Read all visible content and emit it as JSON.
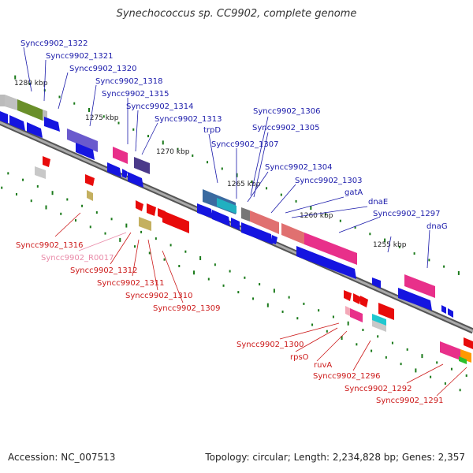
{
  "title": "Synechococcus sp. CC9902, complete genome",
  "footer": {
    "accession": "Accession: NC_007513",
    "topology": "Topology: circular; Length: 2,234,828 bp; Genes: 2,357"
  },
  "scale_labels": [
    "1280 kbp",
    "1275 kbp",
    "1270 kbp",
    "1265 kbp",
    "1260 kbp",
    "1255 kbp"
  ],
  "top_labels": [
    "Syncc9902_1322",
    "Syncc9902_1321",
    "Syncc9902_1320",
    "Syncc9902_1318",
    "Syncc9902_1315",
    "Syncc9902_1314",
    "Syncc9902_1313",
    "trpD",
    "Syncc9902_1307",
    "Syncc9902_1306",
    "Syncc9902_1305",
    "Syncc9902_1304",
    "Syncc9902_1303",
    "gatA",
    "dnaE",
    "Syncc9902_1297",
    "dnaG"
  ],
  "bottom_labels": [
    "Syncc9902_1316",
    "Syncc9902_R0017",
    "Syncc9902_1312",
    "Syncc9902_1311",
    "Syncc9902_1310",
    "Syncc9902_1309",
    "Syncc9902_1300",
    "rpsO",
    "ruvA",
    "Syncc9902_1296",
    "Syncc9902_1292",
    "Syncc9902_1291"
  ],
  "colors": {
    "backbone": "#7a7a7a",
    "top_label": "#1a1aaa",
    "bottom_label": "#cc1a1a",
    "rna_label": "#e98aa8",
    "cds_blue": "#1515e0",
    "cds_red": "#e80b0b",
    "tick_green": "#1a7a1a"
  }
}
